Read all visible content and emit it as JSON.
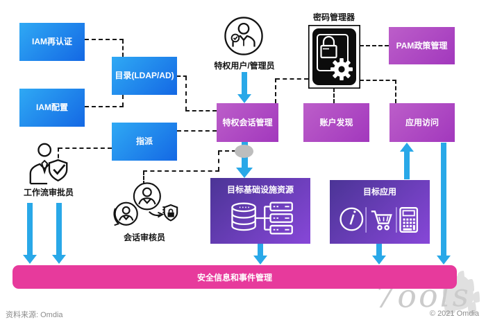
{
  "nodes": {
    "iam_reauth": {
      "label": "IAM再认证"
    },
    "iam_config": {
      "label": "IAM配置"
    },
    "directory": {
      "label": "目录(LDAP/AD)"
    },
    "assign": {
      "label": "指派"
    },
    "password_manager": {
      "label": "密码管理器"
    },
    "pam_policy": {
      "label": "PAM政策管理"
    },
    "priv_session": {
      "label": "特权会话管理"
    },
    "account_discovery": {
      "label": "账户发现"
    },
    "app_access": {
      "label": "应用访问"
    },
    "target_infra": {
      "label": "目标基础设施资源"
    },
    "target_app": {
      "label": "目标应用"
    }
  },
  "actors": {
    "priv_user": {
      "label": "特权用户/管理员"
    },
    "workflow_approver": {
      "label": "工作流审批员"
    },
    "session_auditor": {
      "label": "会话审核员"
    }
  },
  "siem_bar": {
    "label": "安全信息和事件管理"
  },
  "footer": {
    "source": "资料来源: Omdia",
    "copyright": "© 2021 Omdia"
  },
  "watermark": {
    "text": "7ools"
  },
  "colors": {
    "arrow_blue": "#29a8e8",
    "blue_box_start": "#2fa9f4",
    "blue_box_end": "#1468e4",
    "purple_box_start": "#bc5ec9",
    "purple_box_end": "#a238bd",
    "target_box_start": "#4b3496",
    "target_box_end": "#8747d8",
    "siem_pink": "#e73a9c",
    "password_manager_black": "#0c0c0c",
    "dashed_line": "#151515"
  }
}
